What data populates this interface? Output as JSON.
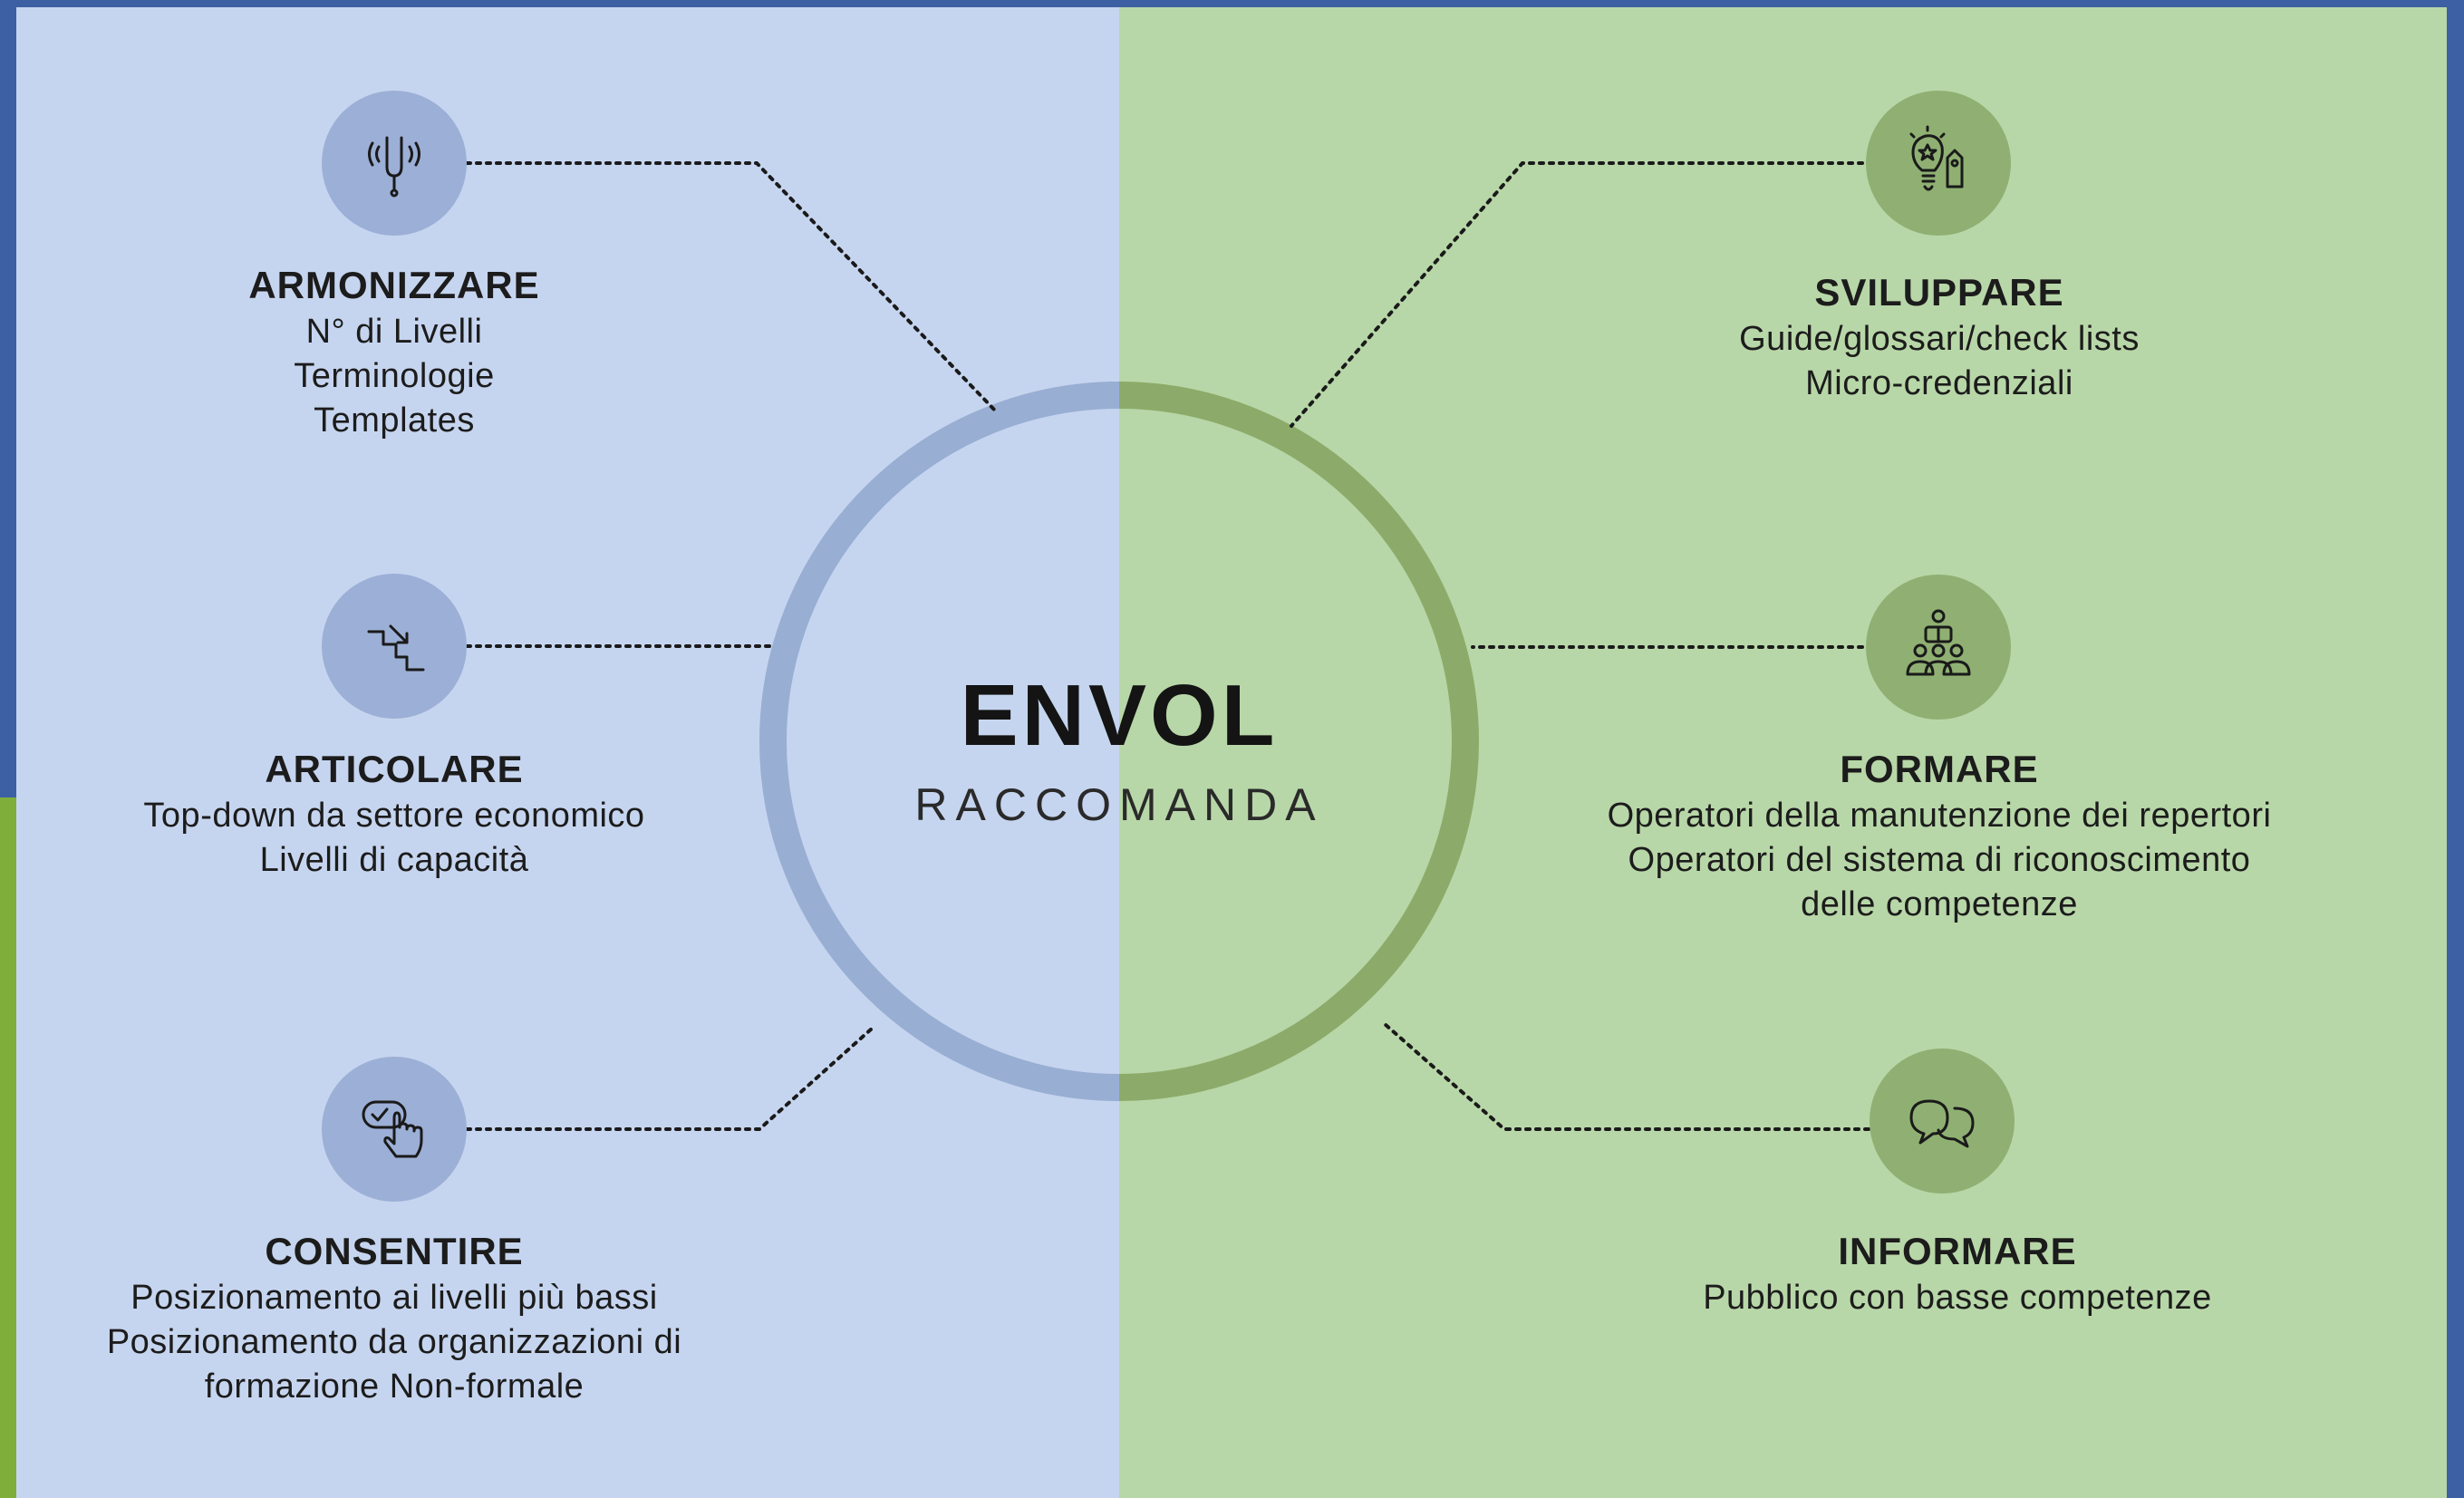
{
  "center": {
    "title": "ENVOL",
    "subtitle": "RACCOMANDA"
  },
  "colors": {
    "frame": "#3d5fa3",
    "left_panel": "#c6d5ef",
    "right_panel": "#b8d7a8",
    "ring_left": "#98aed3",
    "ring_right": "#8cab6a",
    "icon_blue": "#9cafd6",
    "icon_green": "#8fb072"
  },
  "nodes": {
    "armonizzare": {
      "icon": "tuning-fork-icon",
      "title": "ARMONIZZARE",
      "lines": [
        "N° di Livelli",
        "Terminologie",
        "Templates"
      ]
    },
    "articolare": {
      "icon": "stairs-down-icon",
      "title": "ARTICOLARE",
      "lines": [
        "Top-down da settore economico",
        "Livelli di capacità"
      ]
    },
    "consentire": {
      "icon": "hand-pointer-check-icon",
      "title": "CONSENTIRE",
      "lines": [
        "Posizionamento ai livelli più bassi",
        "Posizionamento da organizzazioni di",
        "formazione Non-formale"
      ]
    },
    "sviluppare": {
      "icon": "lightbulb-tag-icon",
      "title": "SVILUPPARE",
      "lines": [
        "Guide/glossari/check lists",
        "Micro-credenziali"
      ]
    },
    "formare": {
      "icon": "teacher-group-icon",
      "title": "FORMARE",
      "lines": [
        "Operatori della manutenzione dei repertori",
        "Operatori del sistema di riconoscimento",
        "delle competenze"
      ]
    },
    "informare": {
      "icon": "speech-bubbles-icon",
      "title": "INFORMARE",
      "lines": [
        "Pubblico con basse competenze"
      ]
    }
  }
}
